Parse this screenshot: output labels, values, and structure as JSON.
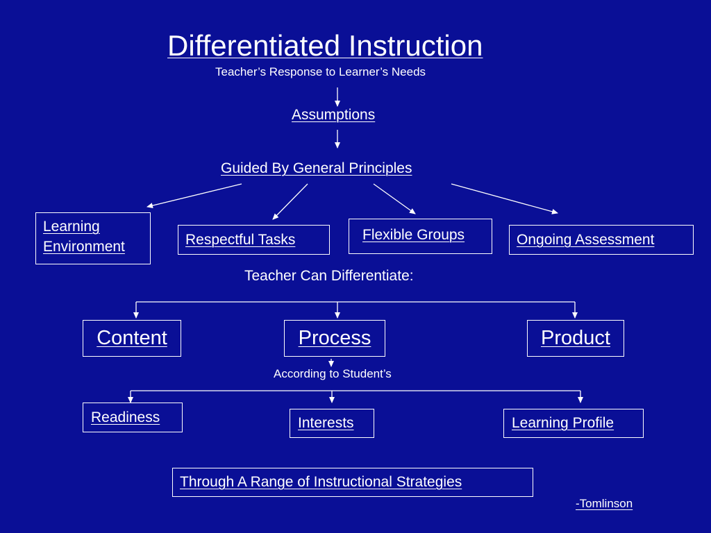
{
  "slide": {
    "title": "Differentiated Instruction",
    "subtitle": "Teacher’s Response to Learner’s Needs",
    "assumptions": "Assumptions",
    "principles_heading": "Guided By General Principles",
    "principles": [
      "Learning",
      "Environment",
      "Respectful Tasks",
      "Flexible Groups",
      "Ongoing Assessment"
    ],
    "differentiate_heading": "Teacher Can Differentiate:",
    "elements": [
      "Content",
      "Process",
      "Product"
    ],
    "according_to": "According to Student’s",
    "student_traits": [
      "Readiness",
      "Interests",
      "Learning Profile"
    ],
    "strategies": "Through A Range of Instructional Strategies",
    "attribution": "-Tomlinson"
  },
  "colors": {
    "background": "#0a0f96",
    "foreground": "#ffffff"
  }
}
